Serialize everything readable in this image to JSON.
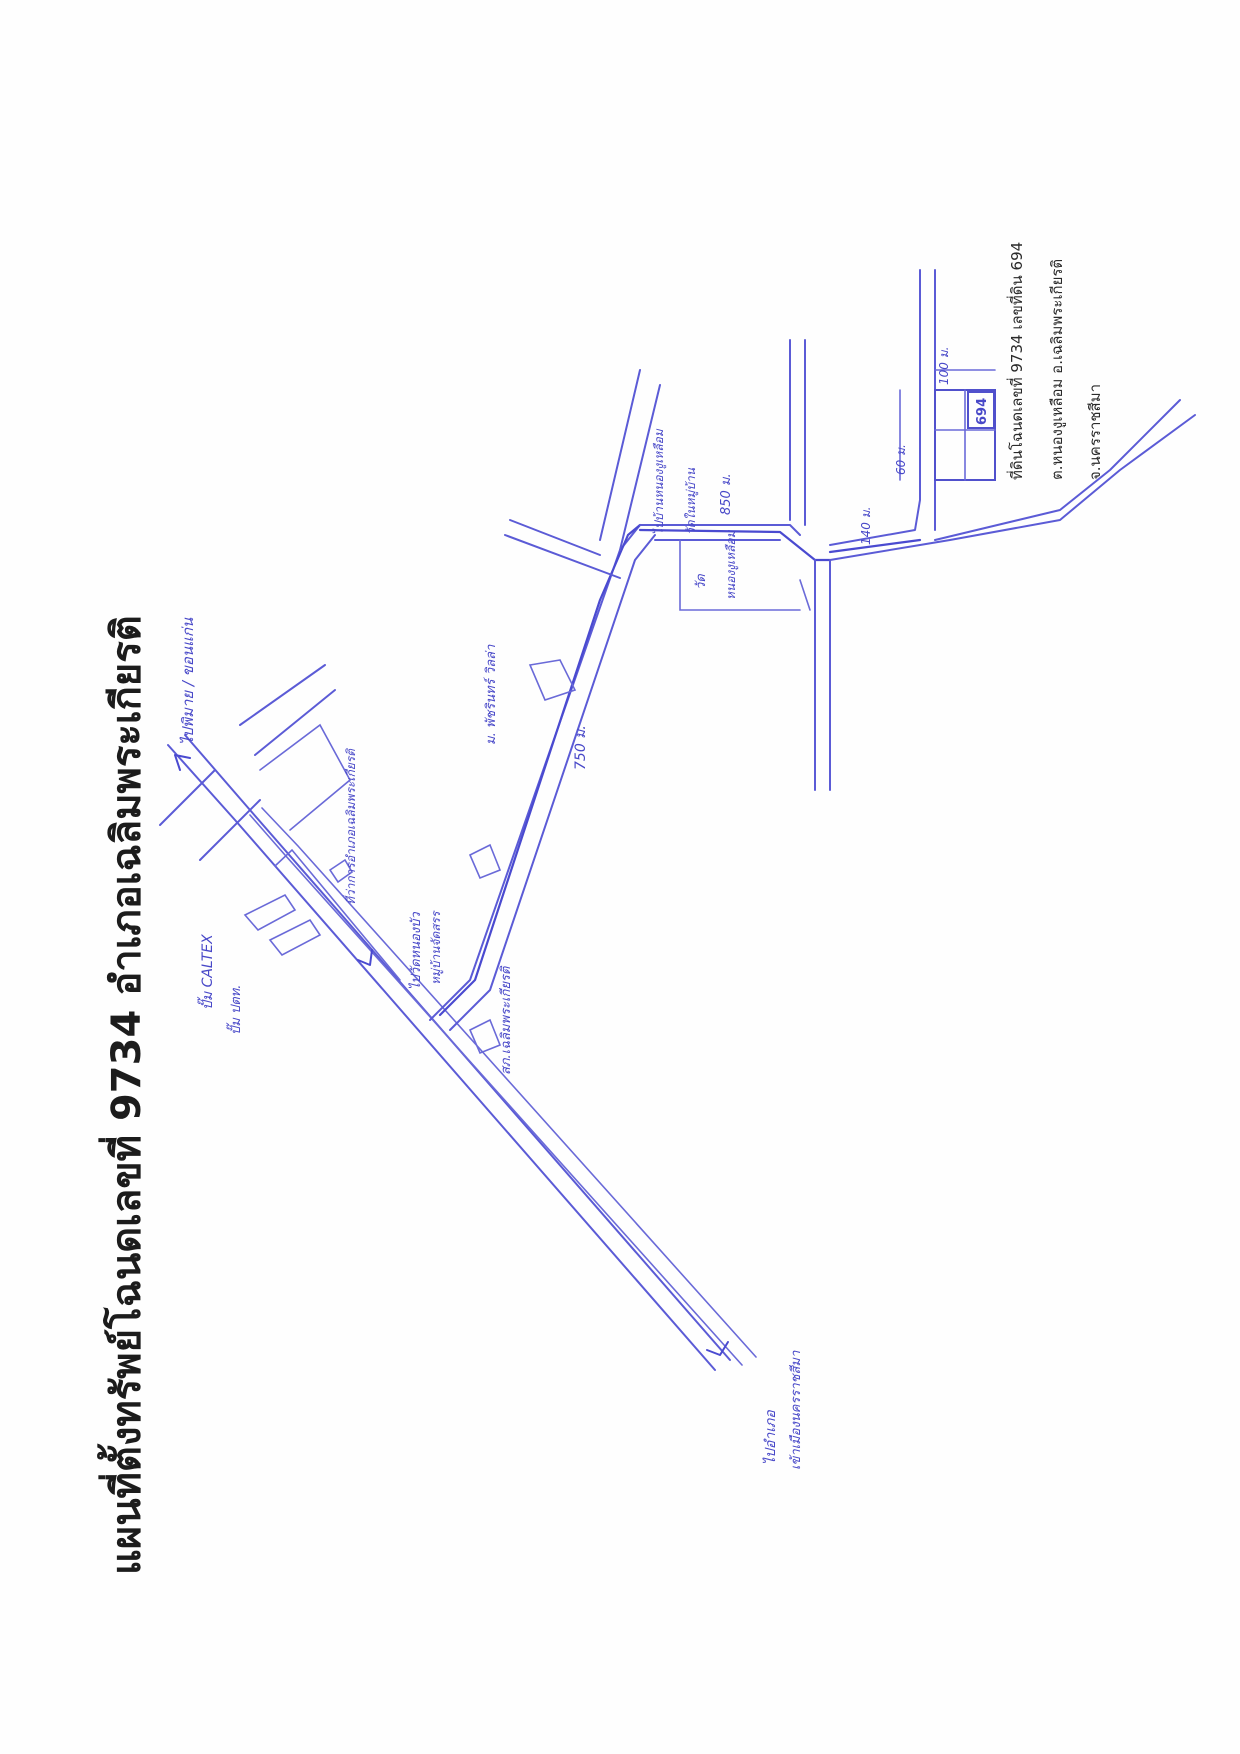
{
  "title": "แผนที่ตั้งทรัพย์โฉนดเลขที่ 9734 อำเภอเฉลิมพระเกียรติ",
  "caption": {
    "line1": "ที่ดินโฉนดเลขที่ 9734  เลขที่ดิน 694",
    "line2": "ต.หนองงูเหลือม  อ.เฉลิมพระเกียรติ",
    "line3": "จ.นครราชสีมา"
  },
  "labels": {
    "to_bypass": "ไปพิมาย / ขอนแก่น",
    "caltex": "ปั๊ม CALTEX",
    "ptt": "ปั๊ม ปตท.",
    "to_city": "ไปอำเภอ",
    "city_note": "เข้าเมืองนครราชสีมา",
    "district_office": "ที่ว่าการอำเภอเฉลิมพระเกียรติ",
    "police": "สภ.เฉลิมพระเกียรติ",
    "to_wat": "ไปวัดหนองบัว",
    "wat_note": "หมู่บ้านจัดสรร",
    "village": "ม. พัชรินทร์ วิลล่า",
    "dist_750": "750 ม.",
    "to_hospital": "ไปบ้านหนองงูเหลือม",
    "hospital_note": "วัดในหมู่บ้าน",
    "dist_850": "850 ม.",
    "wat_small": "วัด",
    "wat_name": "หนองงูเหลือม",
    "dist_140": "140 ม.",
    "dist_60": "60 ม.",
    "dist_100": "100 ม.",
    "plot_number": "694"
  },
  "colors": {
    "ink": "#4a4ad0",
    "title": "#1c1c1c"
  }
}
